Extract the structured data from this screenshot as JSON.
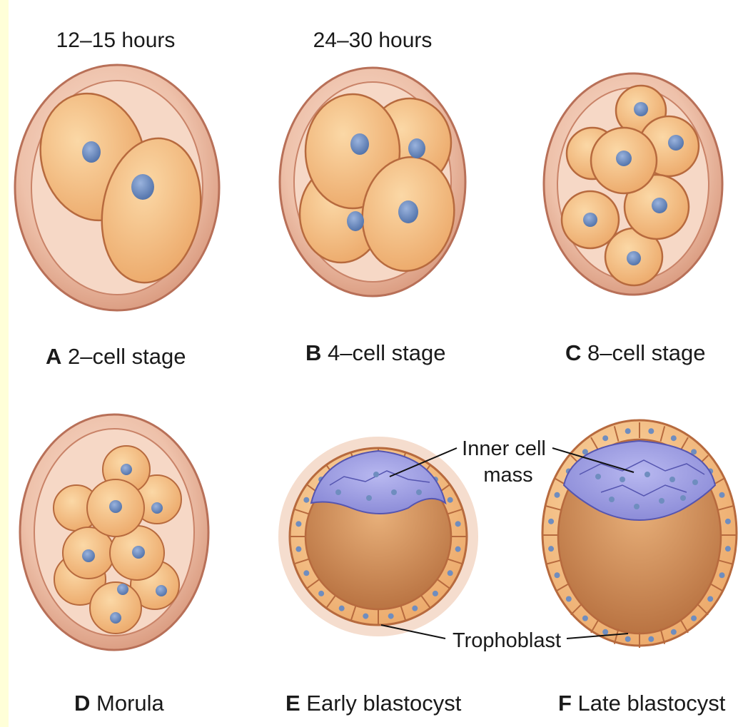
{
  "time_labels": {
    "a": "12–15 hours",
    "b": "24–30 hours"
  },
  "captions": {
    "a": {
      "letter": "A",
      "text": " 2–cell stage"
    },
    "b": {
      "letter": "B",
      "text": " 4–cell stage"
    },
    "c": {
      "letter": "C",
      "text": " 8–cell stage"
    },
    "d": {
      "letter": "D",
      "text": " Morula"
    },
    "e": {
      "letter": "E",
      "text": " Early blastocyst"
    },
    "f": {
      "letter": "F",
      "text": " Late blastocyst"
    }
  },
  "annotations": {
    "inner_cell_line1": "Inner cell",
    "inner_cell_line2": "mass",
    "trophoblast": "Trophoblast"
  },
  "colors": {
    "zona_outer": "#e3a98f",
    "zona_inner": "#f3d2c0",
    "cell_fill": "#f3bd7d",
    "cell_stroke": "#b76a3e",
    "nucleus": "#6f8dbf",
    "inner_mass": "#9a9ae0",
    "cavity": "#c88752"
  }
}
